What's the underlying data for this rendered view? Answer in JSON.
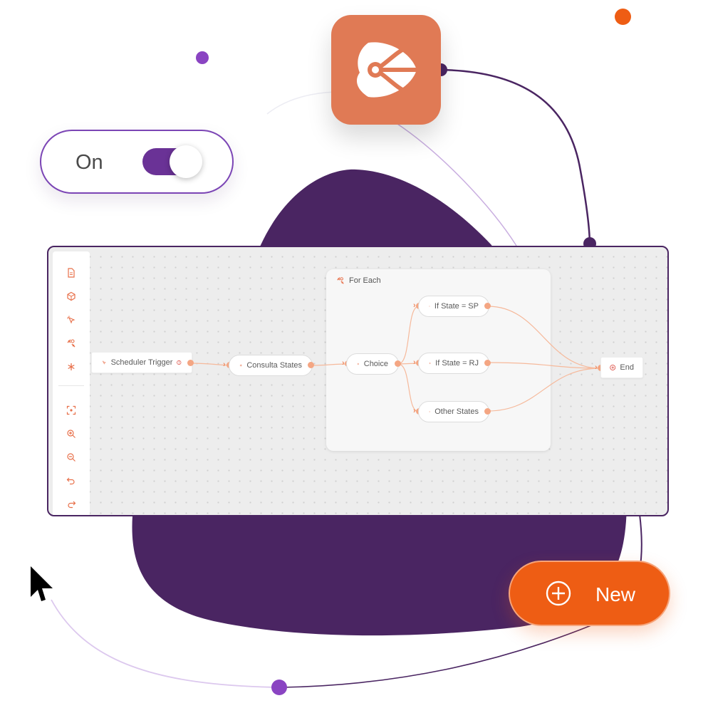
{
  "colors": {
    "accent_orange": "#ee5d14",
    "tile_orange": "#e07a55",
    "deep_purple": "#4a2562",
    "toggle_purple": "#6a3296",
    "flow_accent": "#f08c62"
  },
  "toggle": {
    "label": "On",
    "state": "on"
  },
  "app_tile": {
    "icon": "integration-logo-icon"
  },
  "toolbar": {
    "icons": [
      "document-icon",
      "cube-icon",
      "trigger-icon",
      "tool-icon",
      "asterisk-icon",
      "fit-view-icon",
      "zoom-in-icon",
      "zoom-out-icon",
      "undo-icon",
      "redo-icon"
    ]
  },
  "flow": {
    "group_label": "For Each",
    "nodes": {
      "trigger": "Scheduler Trigger",
      "consulta": "Consulta States",
      "choice": "Choice",
      "if_sp": "If State = SP",
      "if_rj": "If State = RJ",
      "other": "Other States",
      "end": "End"
    }
  },
  "new_button": {
    "label": "New"
  }
}
